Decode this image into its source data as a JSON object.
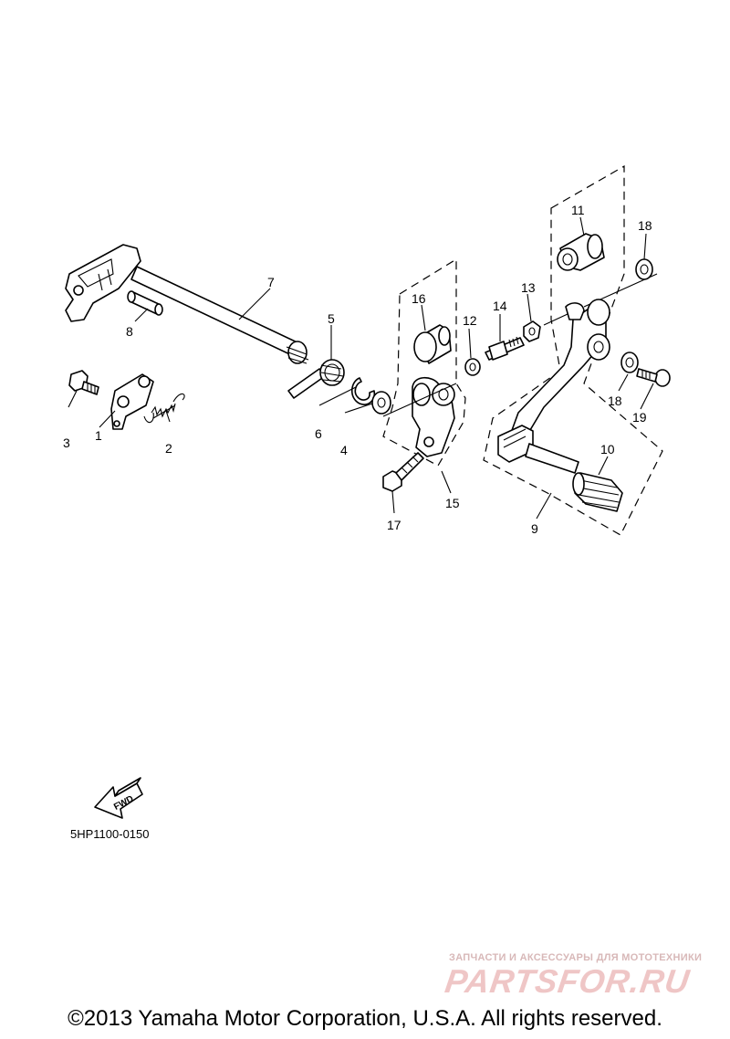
{
  "drawing_code": "5HP1100-0150",
  "fwd_label": "FWD",
  "copyright": "©2013 Yamaha Motor Corporation, U.S.A. All rights reserved.",
  "watermark": {
    "subtitle": "ЗАПЧАСТИ И АКСЕССУАРЫ ДЛЯ МОТОТЕХНИКИ",
    "brand": "PARTSFOR.RU"
  },
  "callouts": {
    "c1": "1",
    "c2": "2",
    "c3": "3",
    "c4": "4",
    "c5": "5",
    "c6": "6",
    "c7": "7",
    "c8": "8",
    "c9": "9",
    "c10": "10",
    "c11": "11",
    "c12": "12",
    "c13": "13",
    "c14": "14",
    "c15": "15",
    "c16": "16",
    "c17": "17",
    "c18a": "18",
    "c18b": "18",
    "c19": "19"
  }
}
